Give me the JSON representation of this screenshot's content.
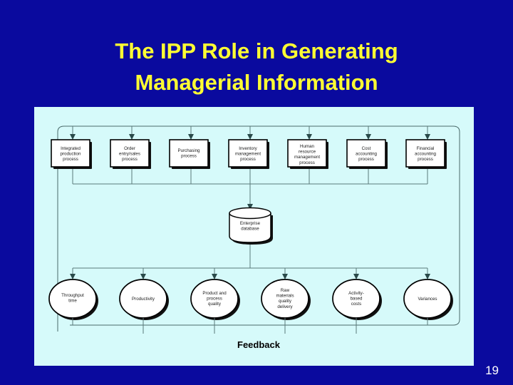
{
  "slide": {
    "title": "The IPP Role in Generating\nManagerial Information",
    "page_number": "19",
    "background_color": "#0A0A9E",
    "title_color": "#FFFF33",
    "panel_color": "#D6FAFA"
  },
  "diagram": {
    "type": "flowchart",
    "processes": [
      {
        "id": "integrated-production",
        "label": "Integrated\nproduction\nprocess"
      },
      {
        "id": "order-entry-sales",
        "label": "Order\nentry/sales\nprocess"
      },
      {
        "id": "purchasing",
        "label": "Purchasing\nprocess"
      },
      {
        "id": "inventory-management",
        "label": "Inventory\nmanagement\nprocess"
      },
      {
        "id": "human-resource-management",
        "label": "Human\nresource\nmanagement\nprocess"
      },
      {
        "id": "cost-accounting",
        "label": "Cost\naccounting\nprocess"
      },
      {
        "id": "financial-accounting",
        "label": "Financial\naccounting\nprocess"
      }
    ],
    "database": {
      "id": "enterprise-database",
      "label": "Enterprise\ndatabase"
    },
    "outputs": [
      {
        "id": "throughput-time",
        "label": "Throughput\ntime"
      },
      {
        "id": "productivity",
        "label": "Productivity"
      },
      {
        "id": "product-process-quality",
        "label": "Product and\nprocess\nquality"
      },
      {
        "id": "raw-materials-quality-delivery",
        "label": "Raw\nmaterials\nquality\ndelivery"
      },
      {
        "id": "activity-based-costs",
        "label": "Activity-\nbased\ncosts"
      },
      {
        "id": "variances",
        "label": "Variances"
      }
    ],
    "feedback_label": "Feedback"
  }
}
